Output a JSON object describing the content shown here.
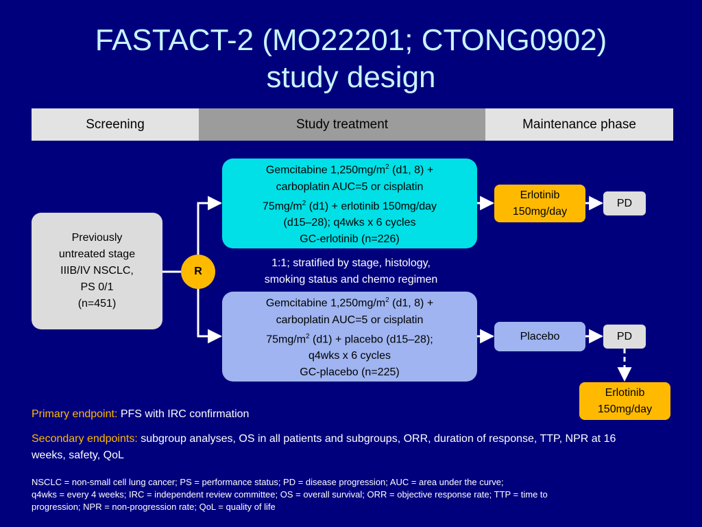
{
  "title": {
    "line1": "FASTACT-2 (MO22201; CTONG0902)",
    "line2": "study design"
  },
  "phases": {
    "screening": "Screening",
    "study_treatment": "Study treatment",
    "maintenance": "Maintenance phase"
  },
  "population": {
    "line1": "Previously",
    "line2": "untreated stage",
    "line3": "IIIB/IV NSCLC,",
    "line4": "PS 0/1",
    "line5": "(n=451)"
  },
  "randomization": {
    "symbol": "R",
    "note_line1": "1:1; stratified by stage, histology,",
    "note_line2": "smoking status and chemo regimen"
  },
  "arm_erlotinib": {
    "line1a": "Gemcitabine 1,250mg/m",
    "line1sup": "2",
    "line1b": " (d1, 8) +",
    "line2": "carboplatin AUC=5 or cisplatin",
    "line3a": "75mg/m",
    "line3sup": "2",
    "line3b": " (d1) + erlotinib 150mg/day",
    "line4": "(d15–28); q4wks x 6 cycles",
    "line5": "GC-erlotinib (n=226)"
  },
  "arm_placebo": {
    "line1a": "Gemcitabine 1,250mg/m",
    "line1sup": "2",
    "line1b": " (d1, 8) +",
    "line2": "carboplatin AUC=5 or cisplatin",
    "line3a": "75mg/m",
    "line3sup": "2",
    "line3b": " (d1) + placebo (d15–28);",
    "line4": "q4wks x 6 cycles",
    "line5": "GC-placebo (n=225)"
  },
  "maintenance_erlotinib": {
    "line1": "Erlotinib",
    "line2": "150mg/day"
  },
  "pd_label": "PD",
  "maintenance_placebo": "Placebo",
  "post_pd_erlotinib": {
    "line1": "Erlotinib",
    "line2": "150mg/day"
  },
  "primary_endpoint": {
    "label": "Primary endpoint:",
    "text": " PFS with IRC confirmation"
  },
  "secondary_endpoints": {
    "label": "Secondary endpoints:",
    "text": " subgroup analyses, OS in all patients and subgroups, ORR, duration of response, TTP, NPR at 16 weeks, safety, QoL"
  },
  "abbreviations": {
    "line1": "NSCLC = non-small cell lung cancer; PS = performance status; PD = disease progression; AUC = area under the curve;",
    "line2": "q4wks = every 4 weeks; IRC = independent review committee; OS = overall survival; ORR = objective response rate; TTP = time to",
    "line3": "progression; NPR = non-progression rate; QoL = quality of life"
  },
  "colors": {
    "background": "#00007d",
    "title": "#c8f4ff",
    "erlotinib_arm": "#00e0e6",
    "placebo_arm": "#9fb4f0",
    "highlight": "#ffba00"
  }
}
